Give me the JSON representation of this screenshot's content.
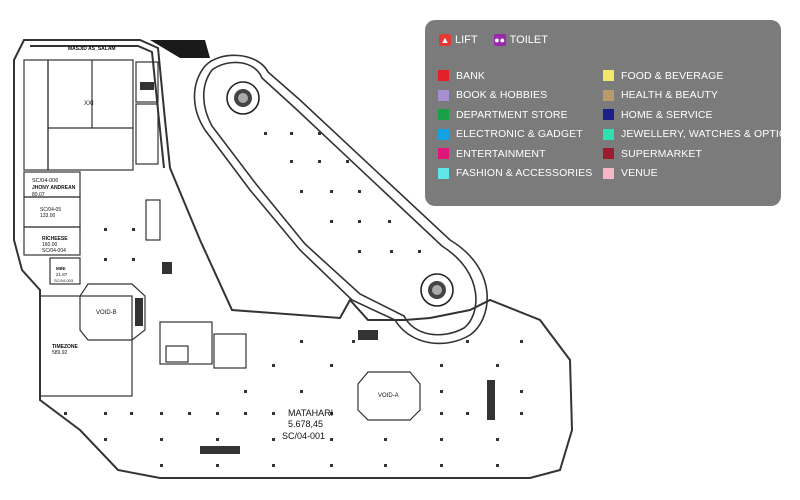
{
  "map": {
    "labels": {
      "masjid": "MASJID AS_SALAM",
      "xxi": "XXI",
      "jhony_code": "SC/04-006",
      "jhony_name": "JHONY ANDREAN",
      "jhony_area": "80.07",
      "sc05_code": "SC/04-05",
      "sc05_area": "133.00",
      "richeese_name": "RICHEESE",
      "richeese_area": "160.00",
      "richeese_code": "SC/04-004",
      "mini_name": "MINI",
      "mini_area": "21.87",
      "mini_code": "SC/04-003",
      "void_b": "VOID-B",
      "timezone_name": "TIMEZONE",
      "timezone_area": "589.92",
      "void_a": "VOID-A",
      "matahari_name": "MATAHARI",
      "matahari_area": "5.678,45",
      "matahari_code": "SC/04-001"
    }
  },
  "legend": {
    "lift": "LIFT",
    "toilet": "TOILET",
    "left_items": [
      {
        "label": "BANK",
        "color": "#e4202a"
      },
      {
        "label": "BOOK & HOBBIES",
        "color": "#a78fd1"
      },
      {
        "label": "DEPARTMENT STORE",
        "color": "#1aa04b"
      },
      {
        "label": "ELECTRONIC & GADGET",
        "color": "#14a3e0"
      },
      {
        "label": "ENTERTAINMENT",
        "color": "#e0157a"
      },
      {
        "label": "FASHION & ACCESSORIES",
        "color": "#5fe6e9"
      }
    ],
    "right_items": [
      {
        "label": "FOOD & BEVERAGE",
        "color": "#f4e86a"
      },
      {
        "label": "HEALTH & BEAUTY",
        "color": "#b99a6a"
      },
      {
        "label": "HOME & SERVICE",
        "color": "#1c1f8a"
      },
      {
        "label": "JEWELLERY, WATCHES & OPTICS",
        "color": "#2fe0b0"
      },
      {
        "label": "SUPERMARKET",
        "color": "#9b1c2e"
      },
      {
        "label": "VENUE",
        "color": "#f6b7c6"
      }
    ]
  }
}
